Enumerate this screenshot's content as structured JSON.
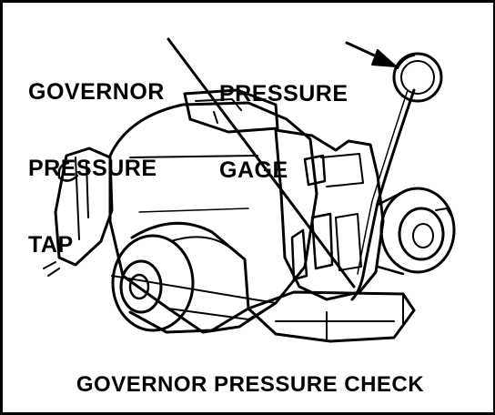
{
  "labels": {
    "governor_tap": [
      "GOVERNOR",
      "PRESSURE",
      "TAP"
    ],
    "pressure_gage": [
      "PRESSURE",
      "GAGE"
    ]
  },
  "caption": "GOVERNOR PRESSURE CHECK",
  "colors": {
    "ink": "#000000",
    "paper": "#ffffff"
  }
}
